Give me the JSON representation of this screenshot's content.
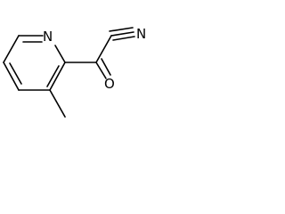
{
  "molecule": {
    "atoms": {
      "ring_nitrogen": "N",
      "nitrile_nitrogen": "N",
      "carbonyl_oxygen": "O"
    }
  },
  "colors": {
    "background": "#ffffff",
    "bond": "#000000",
    "label": "#000000"
  }
}
